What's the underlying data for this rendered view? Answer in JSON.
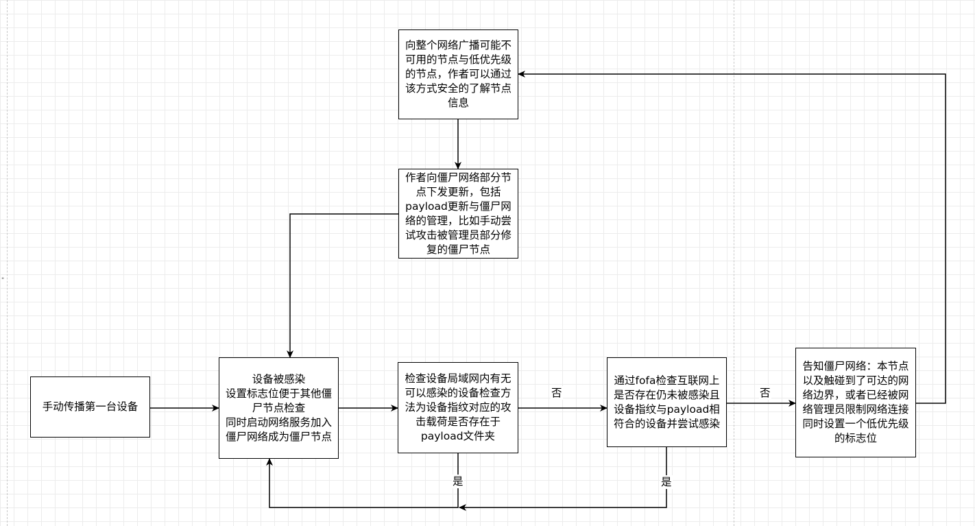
{
  "nodes": {
    "start": "手动传播第一台设备",
    "infected": "设备被感染\n设置标志位便于其他僵尸节点检查\n同时启动网络服务加入僵尸网络成为僵尸节点",
    "check_lan": "检查设备局域网内有无可以感染的设备检查方法为设备指纹对应的攻击载荷是否存在于payload文件夹",
    "check_fofa": "通过fofa检查互联网上是否存在仍未被感染且设备指纹与payload相符合的设备并尝试感染",
    "notify": "告知僵尸网络：本节点以及触碰到了可达的网络边界，或者已经被网络管理员限制网络连接\n同时设置一个低优先级的标志位",
    "broadcast": "向整个网络广播可能不可用的节点与低优先级的节点，作者可以通过该方式安全的了解节点信息",
    "author_update": "作者向僵尸网络部分节点下发更新，包括payload更新与僵尸网络的管理，比如手动尝试攻击被管理员部分修复的僵尸节点"
  },
  "labels": {
    "no_1": "否",
    "no_2": "否",
    "yes_1": "是",
    "yes_2": "是"
  },
  "margin_mark": "\""
}
